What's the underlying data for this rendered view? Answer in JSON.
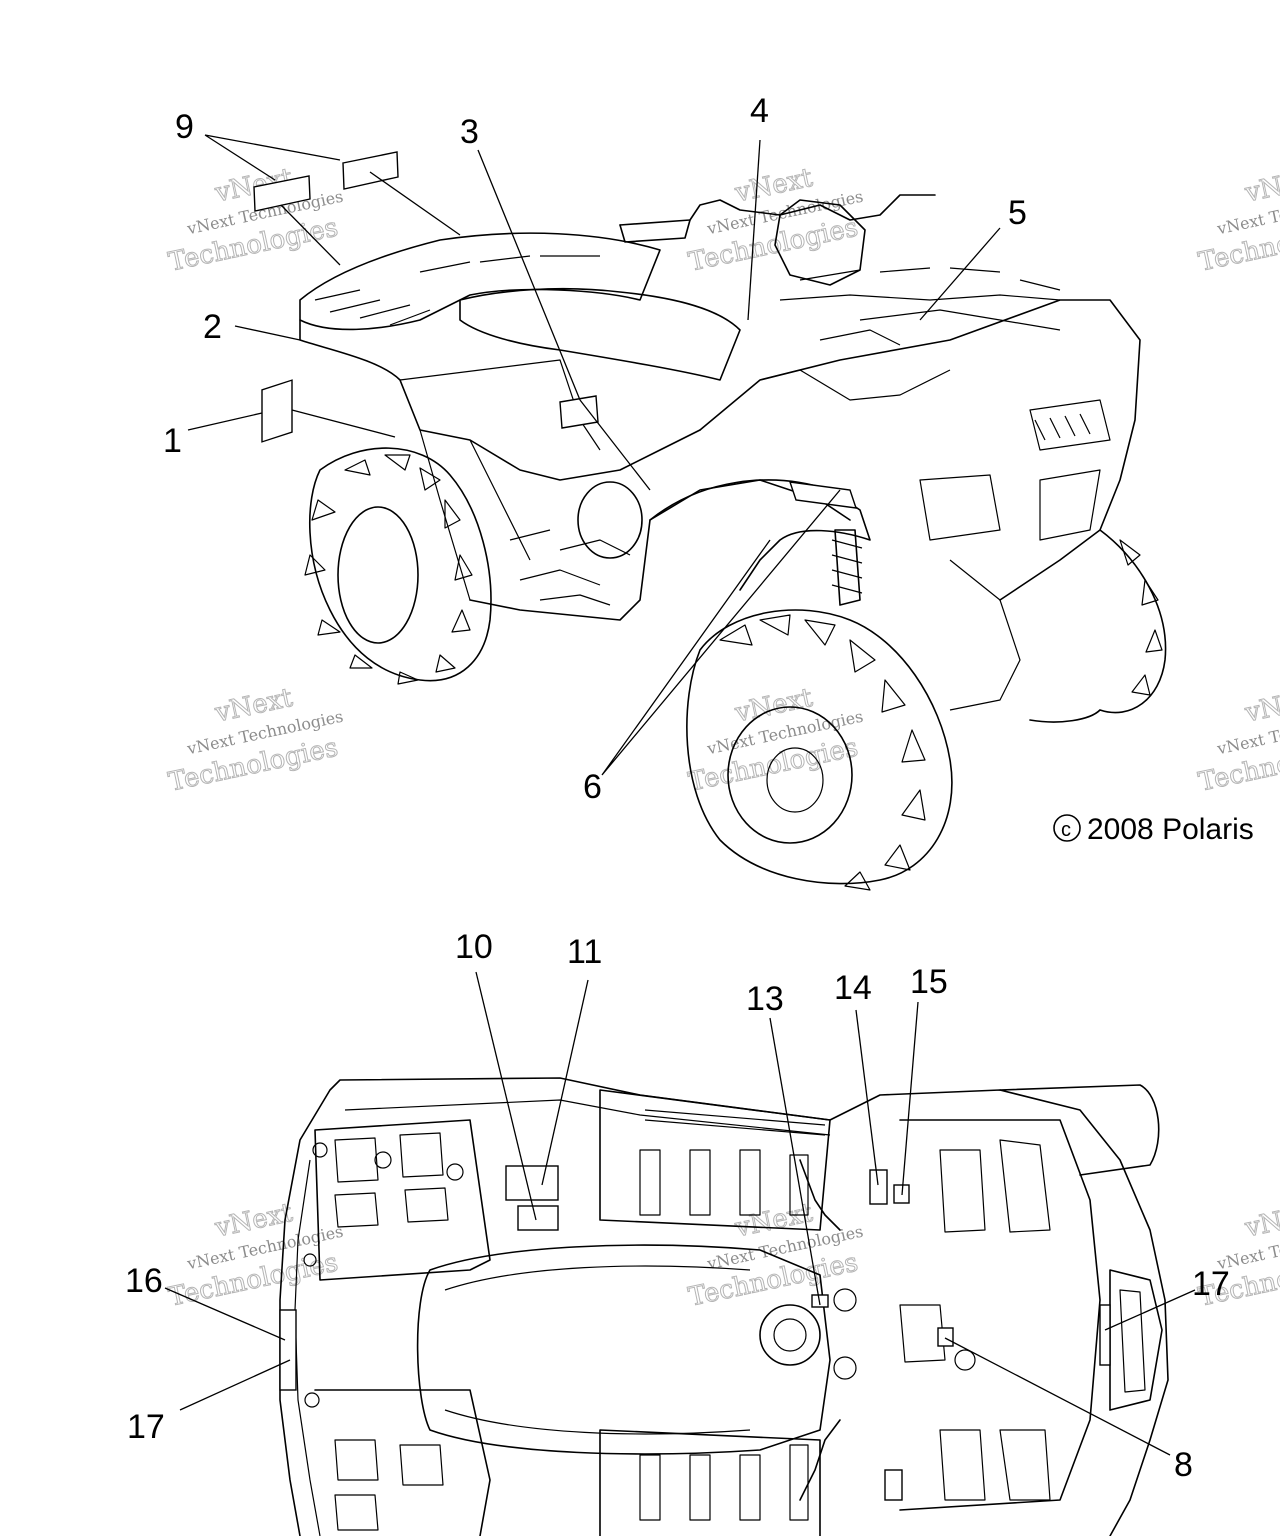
{
  "callouts": {
    "c1": "1",
    "c2": "2",
    "c3": "3",
    "c4": "4",
    "c5": "5",
    "c6": "6",
    "c8": "8",
    "c9": "9",
    "c10": "10",
    "c11": "11",
    "c13": "13",
    "c14": "14",
    "c15": "15",
    "c16": "16",
    "c17_left": "17",
    "c17_right": "17"
  },
  "copyright": "2008 Polaris",
  "watermark": {
    "line1": "vNext Technologies",
    "line2": "Technologies",
    "line3": "vNext"
  }
}
